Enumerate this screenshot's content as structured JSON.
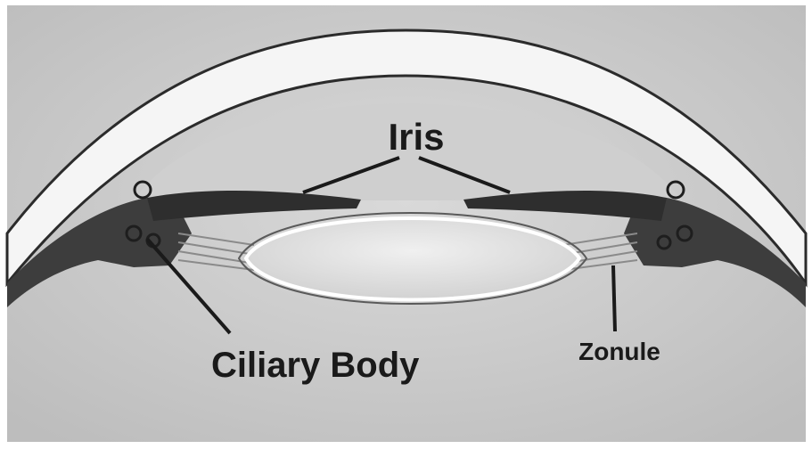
{
  "labels": {
    "iris": "Iris",
    "ciliary_body": "Ciliary Body",
    "zonule": "Zonule"
  },
  "colors": {
    "background": "#c9c9c9",
    "cornea": "#f5f5f5",
    "outline": "#2b2b2b",
    "tissue": "#3d3d3d",
    "lens_fill": "#e4e4e4",
    "lens_outline": "#ffffff"
  }
}
